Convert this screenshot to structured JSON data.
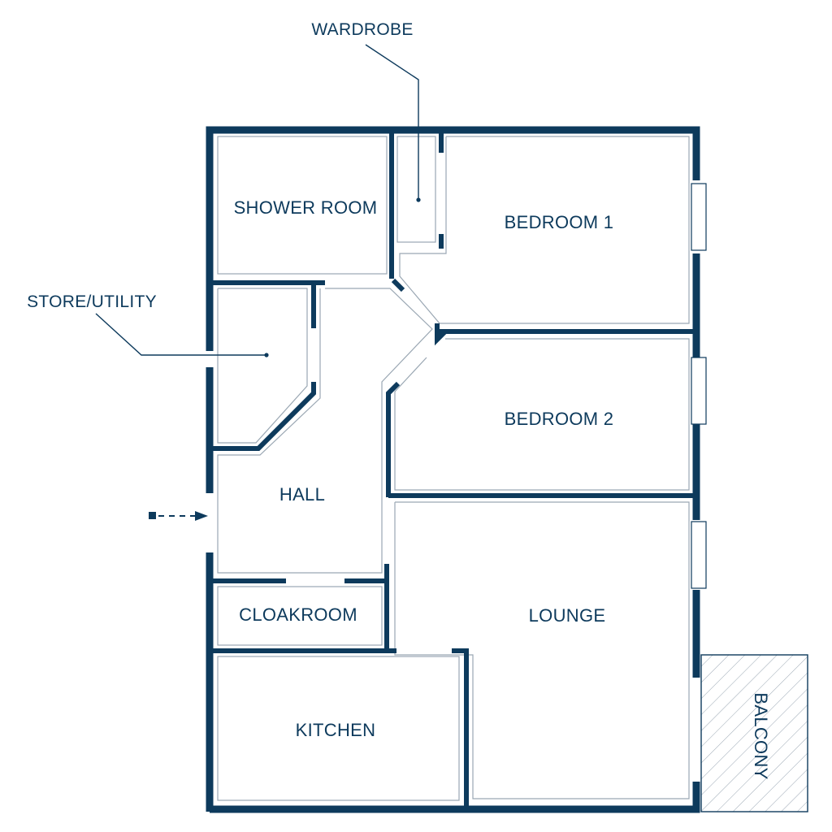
{
  "rooms": {
    "shower_room": "SHOWER ROOM",
    "bedroom_1": "BEDROOM 1",
    "bedroom_2": "BEDROOM 2",
    "hall": "HALL",
    "cloakroom": "CLOAKROOM",
    "lounge": "LOUNGE",
    "kitchen": "KITCHEN",
    "balcony": "BALCONY"
  },
  "callouts": {
    "wardrobe": "WARDROBE",
    "store_utility": "STORE/UTILITY"
  },
  "colors": {
    "wall": "#0d3a5c",
    "inner_line": "#9aa7b3",
    "background": "#ffffff"
  },
  "icons": {
    "entrance": "dashed-arrow-right-icon"
  }
}
